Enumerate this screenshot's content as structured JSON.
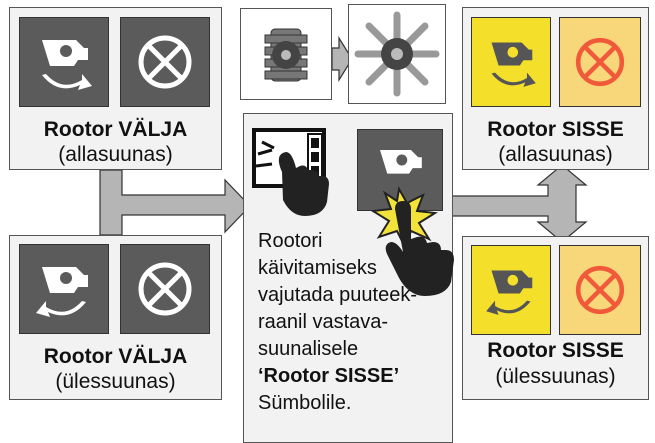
{
  "panels": {
    "top_left": {
      "title": "Rootor VÄLJA",
      "subtitle": "(allasuunas)"
    },
    "bottom_left": {
      "title": "Rootor VÄLJA",
      "subtitle": "(ülessuunas)"
    },
    "top_right": {
      "title": "Rootor SISSE",
      "subtitle": "(allasuunas)"
    },
    "bottom_right": {
      "title": "Rootor SISSE",
      "subtitle": "(ülessuunas)"
    }
  },
  "instruction": {
    "lines": [
      "Rootori",
      "käivitamiseks",
      "vajutada puuteek-",
      "raanil vastava-",
      "suunalisele"
    ],
    "bold": "‘Rootor SISSE’",
    "last": "Sümbolile."
  },
  "icons": {
    "rotor_out": "rotor-curved-arrow-icon",
    "rotor_stop": "rotor-crossed-circle-icon",
    "rotor_collapsed": "rotor-collapsed-gear-icon",
    "rotor_expanded": "rotor-expanded-gear-icon",
    "touchscreen": "touchscreen-tap-icon",
    "hand": "pointing-hand-icon"
  },
  "colors": {
    "dark_tile": "#5b5b5b",
    "yellow_tile": "#f4e02a",
    "arrow_gray": "#b5b5b5"
  }
}
